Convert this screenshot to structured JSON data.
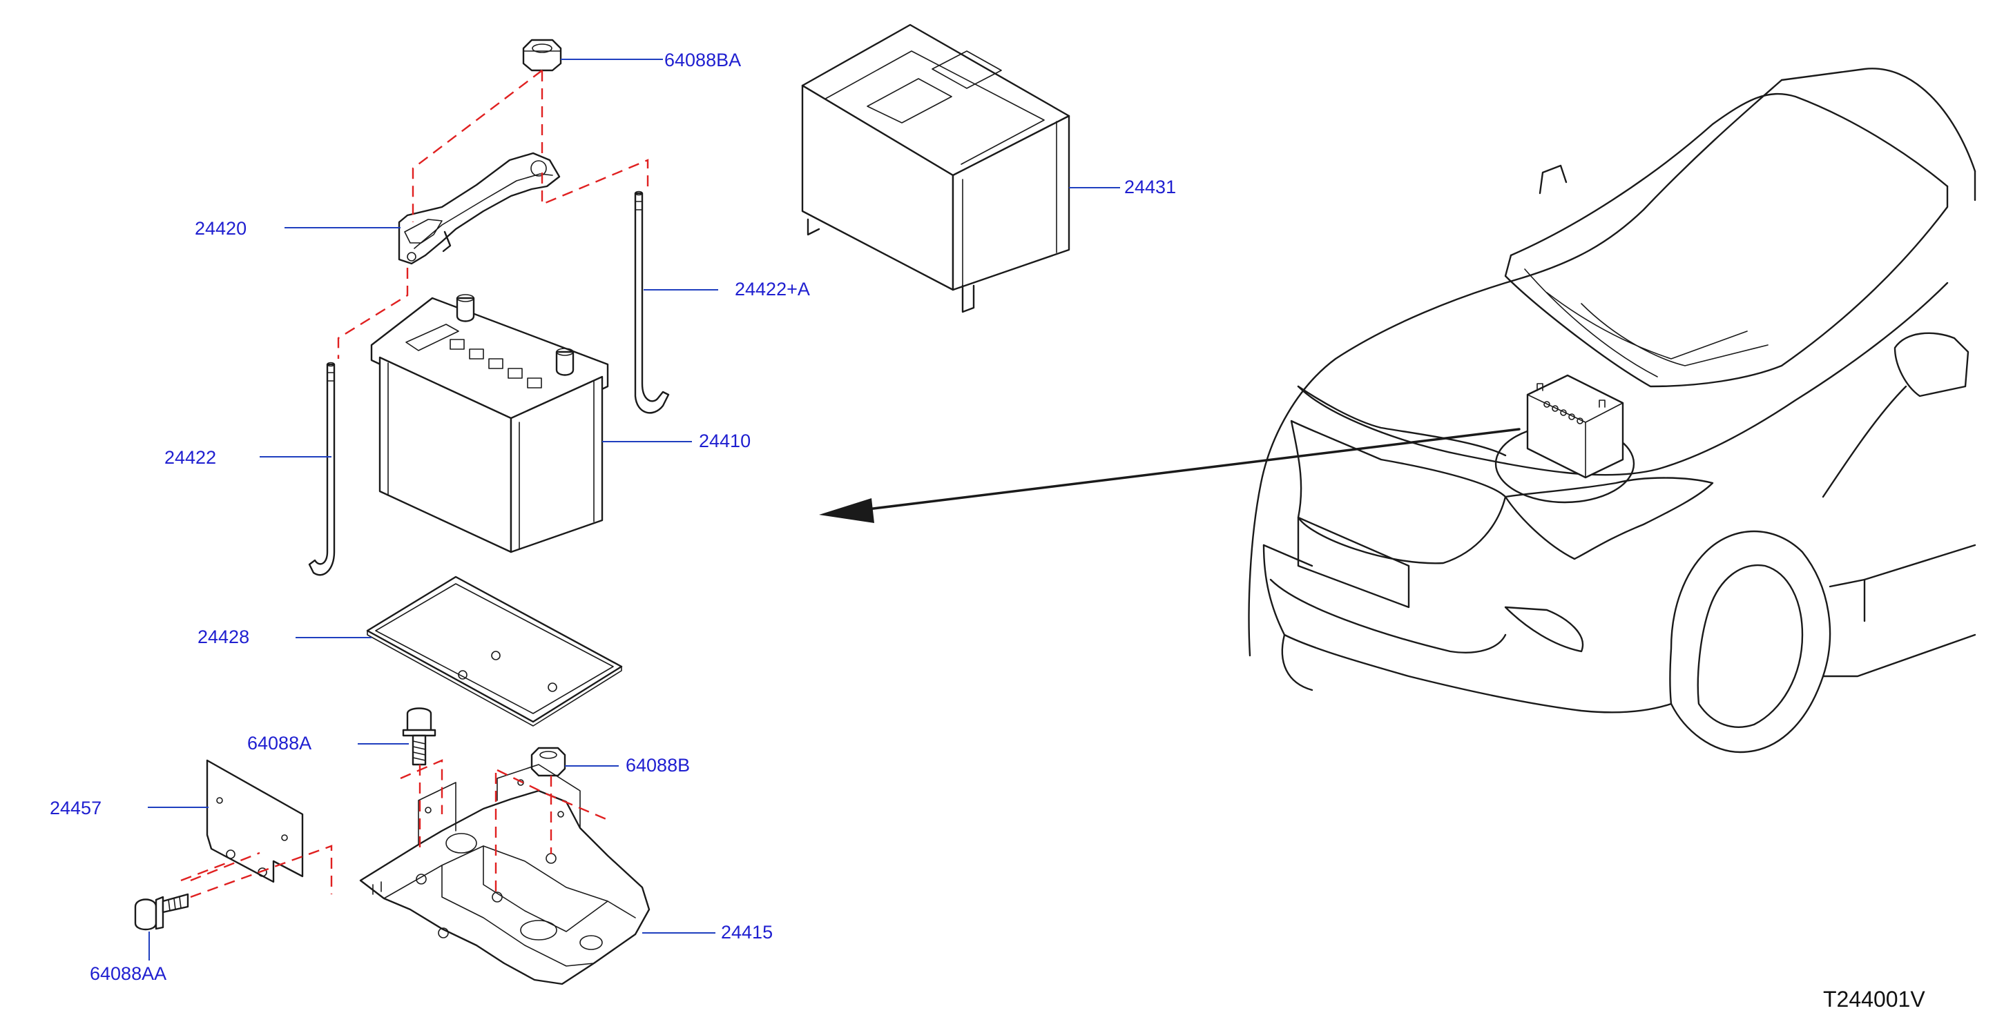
{
  "diagram": {
    "colors": {
      "callout_text": "#1f1fd0",
      "leader_line": "#1f3fbf",
      "assembly_dash": "#e02020",
      "line_art": "#1a1a1a"
    },
    "callouts": [
      {
        "id": "c1",
        "text": "64088BA"
      },
      {
        "id": "c2",
        "text": "24431"
      },
      {
        "id": "c3",
        "text": "24420"
      },
      {
        "id": "c4",
        "text": "24422+A"
      },
      {
        "id": "c5",
        "text": "24422"
      },
      {
        "id": "c6",
        "text": "24410"
      },
      {
        "id": "c7",
        "text": "24428"
      },
      {
        "id": "c8",
        "text": "64088A"
      },
      {
        "id": "c9",
        "text": "64088B"
      },
      {
        "id": "c10",
        "text": "24457"
      },
      {
        "id": "c11",
        "text": "24415"
      },
      {
        "id": "c12",
        "text": "64088AA"
      }
    ],
    "document_id": "T244001V"
  }
}
